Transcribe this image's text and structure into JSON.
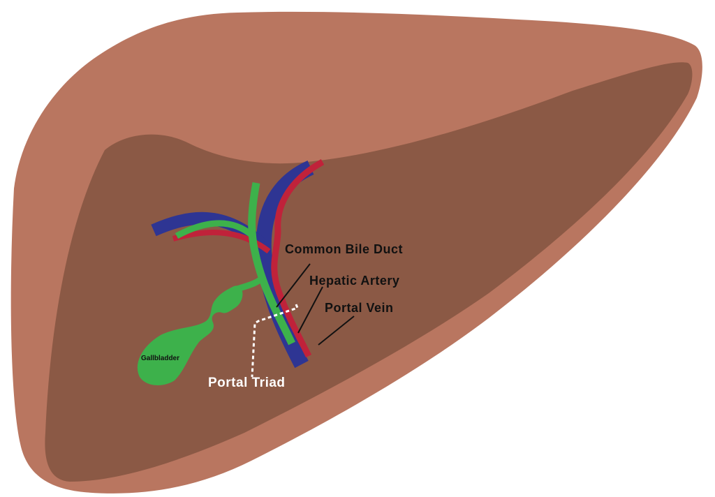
{
  "title": "Liver portal triad diagram",
  "labels": {
    "common_bile_duct": "Common Bile Duct",
    "hepatic_artery": "Hepatic Artery",
    "portal_vein": "Portal Vein",
    "portal_triad": "Portal Triad",
    "gallbladder": "Gallbladder"
  },
  "colors": {
    "liver_outer": "#b97660",
    "liver_inner": "#8b5945",
    "portal_vein": "#2e3593",
    "hepatic_artery": "#c0223a",
    "bile_duct": "#3db14b",
    "text": "#111111",
    "triad_label": "#ffffff"
  }
}
